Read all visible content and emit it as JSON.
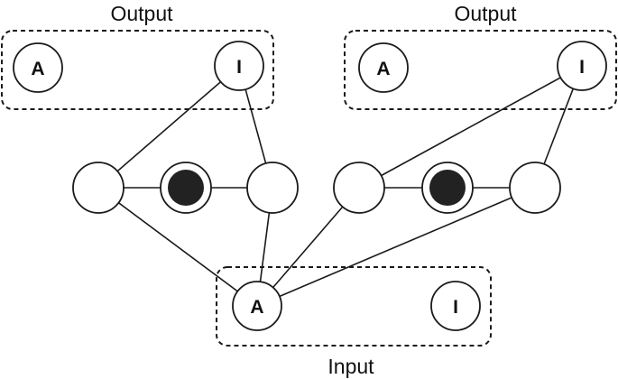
{
  "diagram": {
    "groups": {
      "output_left": {
        "label": "Output"
      },
      "output_right": {
        "label": "Output"
      },
      "input": {
        "label": "Input"
      }
    },
    "nodes": {
      "out_left_a": "A",
      "out_left_i": "I",
      "out_right_a": "A",
      "out_right_i": "I",
      "input_a": "A",
      "input_i": "I"
    },
    "colors": {
      "stroke": "#1a1a1a",
      "inner_node_fill": "#222222",
      "background": "#ffffff"
    }
  }
}
